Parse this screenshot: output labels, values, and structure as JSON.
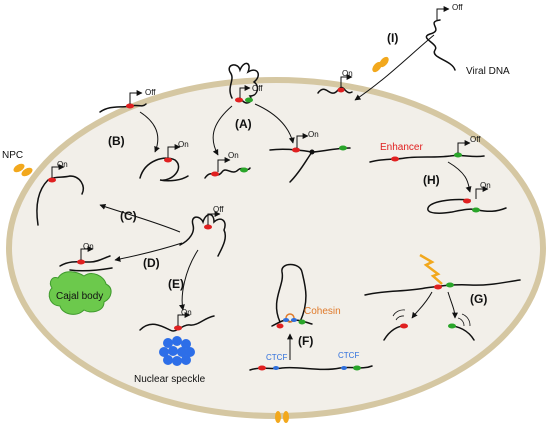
{
  "labels": {
    "A": "(A)",
    "B": "(B)",
    "C": "(C)",
    "D": "(D)",
    "E": "(E)",
    "F": "(F)",
    "G": "(G)",
    "H": "(H)",
    "I": "(I)"
  },
  "text": {
    "npc": "NPC",
    "viral_dna": "Viral DNA",
    "enhancer": "Enhancer",
    "cohesin": "Cohesin",
    "ctcf": "CTCF",
    "cajal_body": "Cajal body",
    "nuclear_speckle": "Nuclear speckle",
    "on": "On",
    "off": "Off"
  },
  "colors": {
    "nucleus_fill": "#f2efe9",
    "envelope": "#d5c7a2",
    "npc": "#f2a81d",
    "promoter": "#e02020",
    "enhancer": "#2aa52a",
    "ctcf": "#2f6fdc",
    "cohesin": "#e07a2a",
    "cajal": "#6cc94c",
    "speckle": "#2d6ee8",
    "bolt": "#f2a81d",
    "enhancer_text": "#e02020",
    "cohesin_text": "#e07a2a",
    "ctcf_text": "#2f6fdc"
  }
}
